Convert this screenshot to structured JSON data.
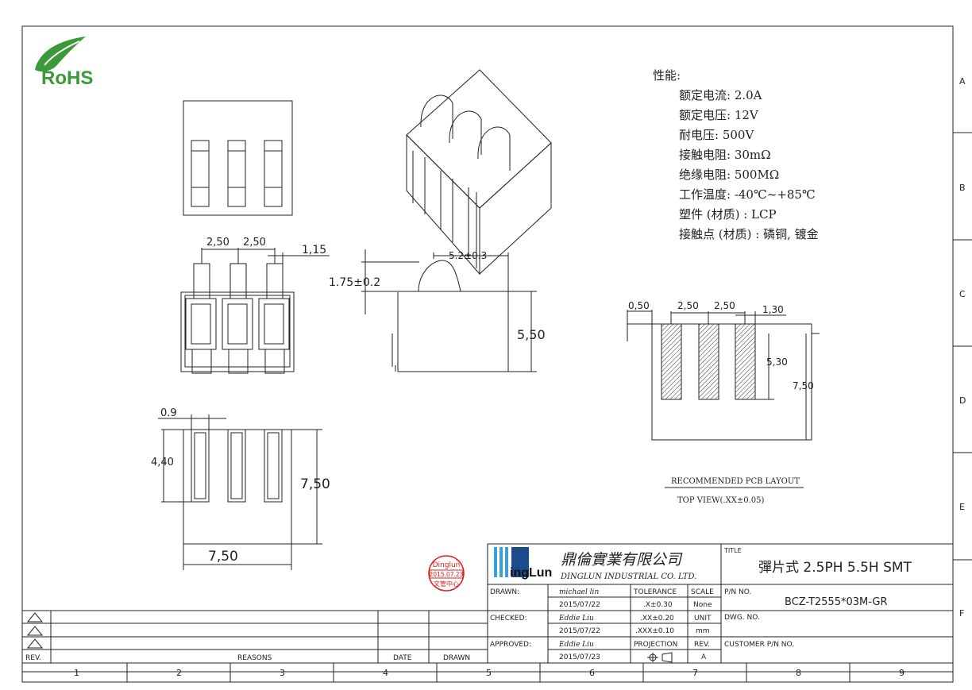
{
  "logo": {
    "text": "RoHS"
  },
  "specs": {
    "heading": "性能:",
    "items": [
      "额定电流: 2.0A",
      "额定电压: 12V",
      "耐电压: 500V",
      "接触电阻: 30mΩ",
      "绝缘电阻: 500MΩ",
      "工作温度: -40℃~+85℃",
      "塑件 (材质) : LCP",
      "接触点 (材质) : 磷铜, 镀金"
    ]
  },
  "dims": {
    "front_pitch1": "2,50",
    "front_pitch2": "2,50",
    "front_pin_w": "1,15",
    "side_width": "5.2±0.3",
    "side_spring_h": "1.75±0.2",
    "side_height": "5,50",
    "bottom_pin_w": "0.9",
    "bottom_pin_h": "4,40",
    "bottom_height": "7,50",
    "bottom_width": "7,50",
    "pcb_offset": "0,50",
    "pcb_pitch1": "2,50",
    "pcb_pitch2": "2,50",
    "pcb_pad_w": "1,30",
    "pcb_pad_h": "5,30",
    "pcb_total_h": "7,50"
  },
  "pcb_caption": {
    "line1": "RECOMMENDED PCB LAYOUT",
    "line2": "TOP VIEW(.XX±0.05)"
  },
  "stamp": {
    "brand": "Dinglun",
    "date": "2015.07.23",
    "dept": "文管中心"
  },
  "company": {
    "name_cn": "鼎倫實業有限公司",
    "name_en": "DINGLUN INDUSTRIAL CO. LTD.",
    "logo_text": "ingLun"
  },
  "title_block": {
    "title_label": "TITLE",
    "title": "彈片式 2.5PH 5.5H SMT",
    "pn_label": "P/N NO.",
    "pn": "BCZ-T2555*03M-GR",
    "dwg_label": "DWG. NO.",
    "customer_label": "CUSTOMER P/N NO.",
    "drawn_label": "DRAWN:",
    "drawn_by": "michael lin",
    "drawn_date": "2015/07/22",
    "checked_label": "CHECKED:",
    "checked_by": "Eddie Liu",
    "checked_date": "2015/07/22",
    "approved_label": "APPROVED:",
    "approved_by": "Eddie Liu",
    "approved_date": "2015/07/23",
    "tolerance_label": "TOLERANCE",
    "tol1": ".X±0.30",
    "tol2": ".XX±0.20",
    "tol3": ".XXX±0.10",
    "scale_label": "SCALE",
    "scale": "None",
    "unit_label": "UNIT",
    "unit": "mm",
    "projection_label": "PROJECTION",
    "rev_label": "REV.",
    "rev": "A"
  },
  "revision_table": {
    "rev": "REV.",
    "reasons": "REASONS",
    "date": "DATE",
    "drawn": "DRAWN"
  },
  "zones": {
    "columns": [
      "1",
      "2",
      "3",
      "4",
      "5",
      "6",
      "7",
      "8",
      "9"
    ],
    "rows": [
      "A",
      "B",
      "C",
      "D",
      "E",
      "F"
    ]
  }
}
